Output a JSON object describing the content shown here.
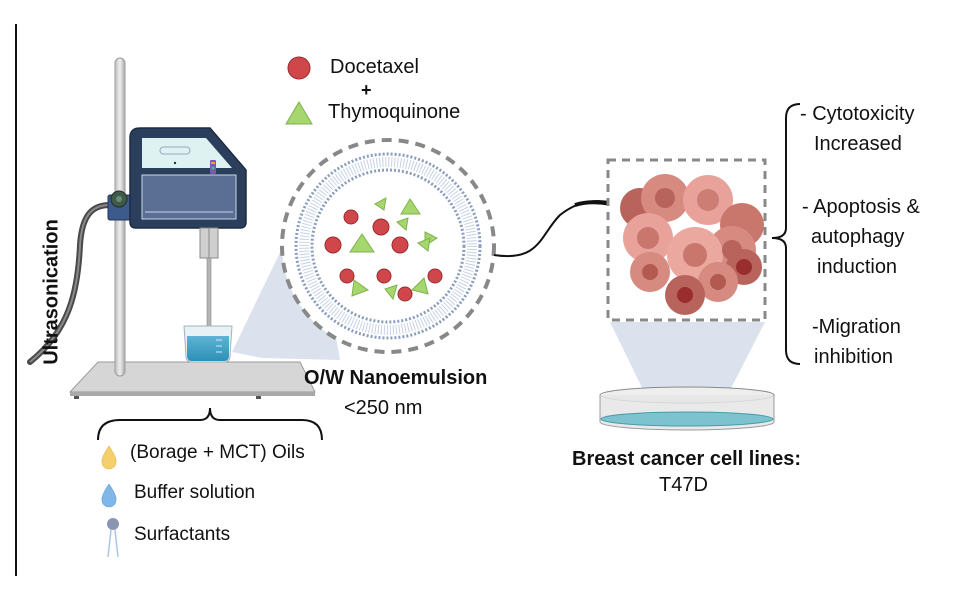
{
  "figure": {
    "process_label": "Ultrasonication",
    "legend": {
      "drug_1": "Docetaxel",
      "plus": "+",
      "drug_2": "Thymoquinone",
      "colors": {
        "drug_1": "#d0474b",
        "drug_2": "#a6d66e"
      }
    },
    "ingredients": [
      {
        "icon": "oil-drop-icon",
        "label": "(Borage + MCT) Oils",
        "color": "#f5cf6b"
      },
      {
        "icon": "water-drop-icon",
        "label": "Buffer solution",
        "color": "#7fb8e8"
      },
      {
        "icon": "surfactant-icon",
        "label": "Surfactants",
        "color": "#8a96b0"
      }
    ],
    "nanoemulsion": {
      "title": "O/W Nanoemulsion",
      "size": "<250 nm"
    },
    "cell_line": {
      "title": "Breast cancer cell lines:",
      "name": "T47D"
    },
    "effects": [
      {
        "line1": "- Cytotoxicity",
        "line2": "Increased"
      },
      {
        "line1": "- Apoptosis &",
        "line2": "autophagy",
        "line3": "induction"
      },
      {
        "line1": "-Migration",
        "line2": "inhibition"
      }
    ],
    "colors": {
      "device_dark": "#2b3f5c",
      "device_panel": "#5a6f93",
      "device_screen": "#dff2f2",
      "membrane": "#8a9dbf",
      "projection": "#d7dfec",
      "cell": "#e8a29a",
      "cell_dark": "#b8645c",
      "dish_liquid": "#7cc3cf"
    }
  }
}
